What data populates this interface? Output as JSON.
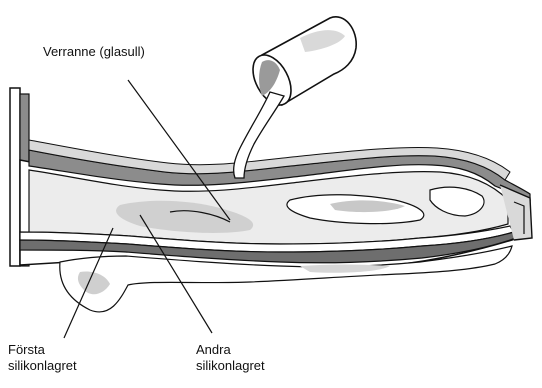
{
  "labels": {
    "verranne": "Verranne (glasull)",
    "forsta_line1": "Första",
    "forsta_line2": "silikonlagret",
    "andra_line1": "Andra",
    "andra_line2": "silikonlagret"
  },
  "colors": {
    "outline": "#111111",
    "shade_light": "#d9d9d9",
    "shade_mid": "#bfbfbf",
    "shade_dark": "#8c8c8c",
    "layer_dark": "#6e6e6e",
    "background": "#ffffff"
  }
}
